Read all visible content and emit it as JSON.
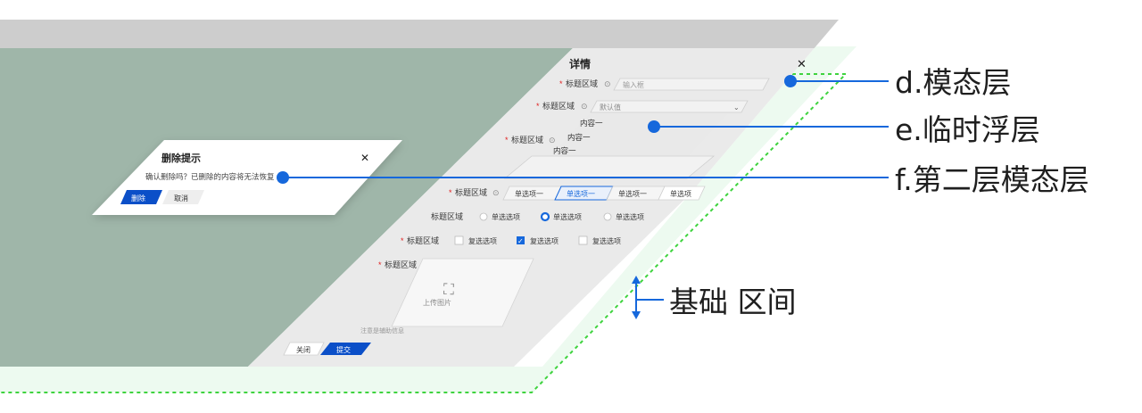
{
  "callouts": {
    "modal_layer": "d.模态层",
    "temp_float_layer": "e.临时浮层",
    "second_modal_layer": "f.第二层模态层",
    "base_range": "基础 区间"
  },
  "drawer": {
    "title": "详情",
    "field_label": "标题区域",
    "input_placeholder": "输入框",
    "select_placeholder": "默认值",
    "dropdown_items": [
      "内容一",
      "内容一",
      "内容一"
    ],
    "segmented": [
      "单选项一",
      "单选项一",
      "单选项一",
      "单选项"
    ],
    "radio_option": "单选选项",
    "checkbox_option": "复选选项",
    "upload_label": "上传图片",
    "hint": "注意是辅助信息",
    "close_label": "关闭",
    "submit_label": "提交"
  },
  "dialog": {
    "title": "删除提示",
    "message": "确认删除吗？已删除的内容将无法恢复",
    "delete_label": "删除",
    "cancel_label": "取消"
  },
  "colors": {
    "accent": "#1668dc",
    "primary_button": "#0b4fc8",
    "mask": "#9fb6a9",
    "guide_dash": "#3ed33e"
  }
}
